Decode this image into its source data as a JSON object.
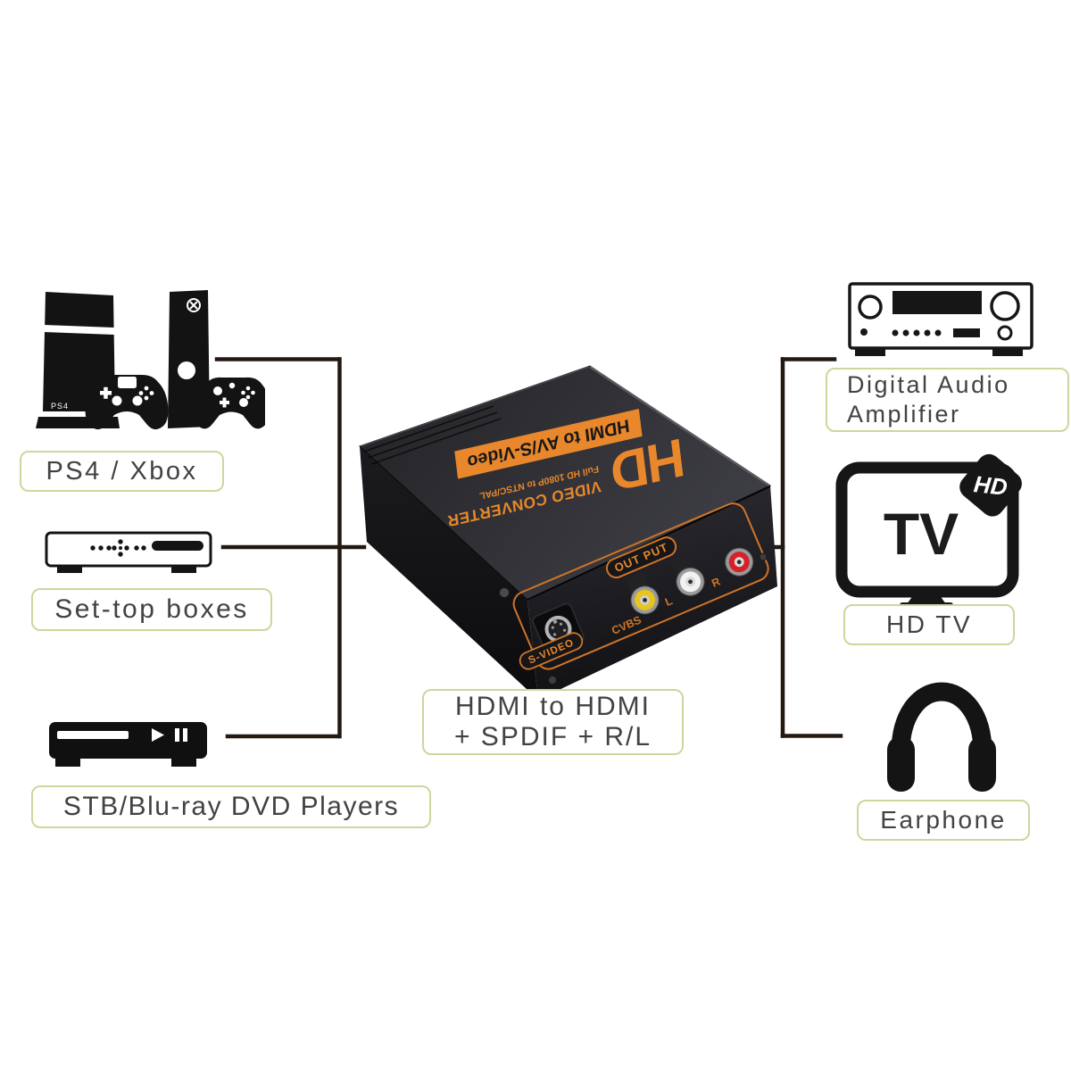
{
  "diagram": {
    "background": "#ffffff",
    "line_color": "#241812",
    "label_border_color": "#ccd79d",
    "label_text_color": "#424242"
  },
  "sources": [
    {
      "label": "PS4 / Xbox",
      "icon": "game-consoles-icon",
      "console_text": "PS4"
    },
    {
      "label": "Set-top boxes",
      "icon": "set-top-box-icon"
    },
    {
      "label": "STB/Blu-ray DVD Players",
      "icon": "dvd-player-icon"
    }
  ],
  "outputs": [
    {
      "label_line1": "Digital Audio",
      "label_line2": "Amplifier",
      "icon": "audio-amplifier-icon"
    },
    {
      "label": "HD TV",
      "icon": "hdtv-icon",
      "screen_text": "TV",
      "badge_text": "HD"
    },
    {
      "label": "Earphone",
      "icon": "headphones-icon"
    }
  ],
  "device": {
    "logo_text": "HD",
    "name_line1": "VIDEO CONVERTER",
    "name_line2": "Full HD 1080P to NTSC/PAL",
    "strip_text": "HDMI to AV/S-Video",
    "ports": {
      "output": "OUT PUT",
      "cvbs": "CVBS",
      "left_audio": "L",
      "right_audio": "R",
      "svideo": "S-VIDEO"
    },
    "colors": {
      "print_orange": "#e8872b",
      "cvbs_yellow": "#e6c51c",
      "audio_left_white": "#f2f2f2",
      "audio_right_red": "#d62129"
    }
  },
  "caption": {
    "line1": "HDMI to HDMI",
    "line2": "+ SPDIF + R/L"
  }
}
